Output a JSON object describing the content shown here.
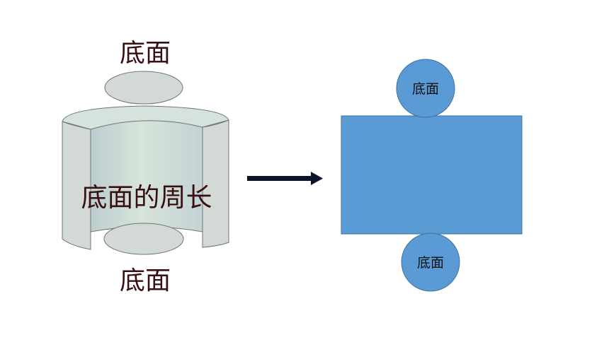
{
  "cylinder": {
    "top_label": "底面",
    "bottom_label": "底面",
    "side_label": "底面的周长"
  },
  "net": {
    "top_circle_label": "底面",
    "bottom_circle_label": "底面"
  },
  "colors": {
    "cylinder_fill": "#d3dad6",
    "cylinder_stroke": "#6f7472",
    "net_fill": "#5b9bd5",
    "net_stroke": "#41719c",
    "arrow": "#0a1628",
    "label_dark": "#3a0f12"
  }
}
